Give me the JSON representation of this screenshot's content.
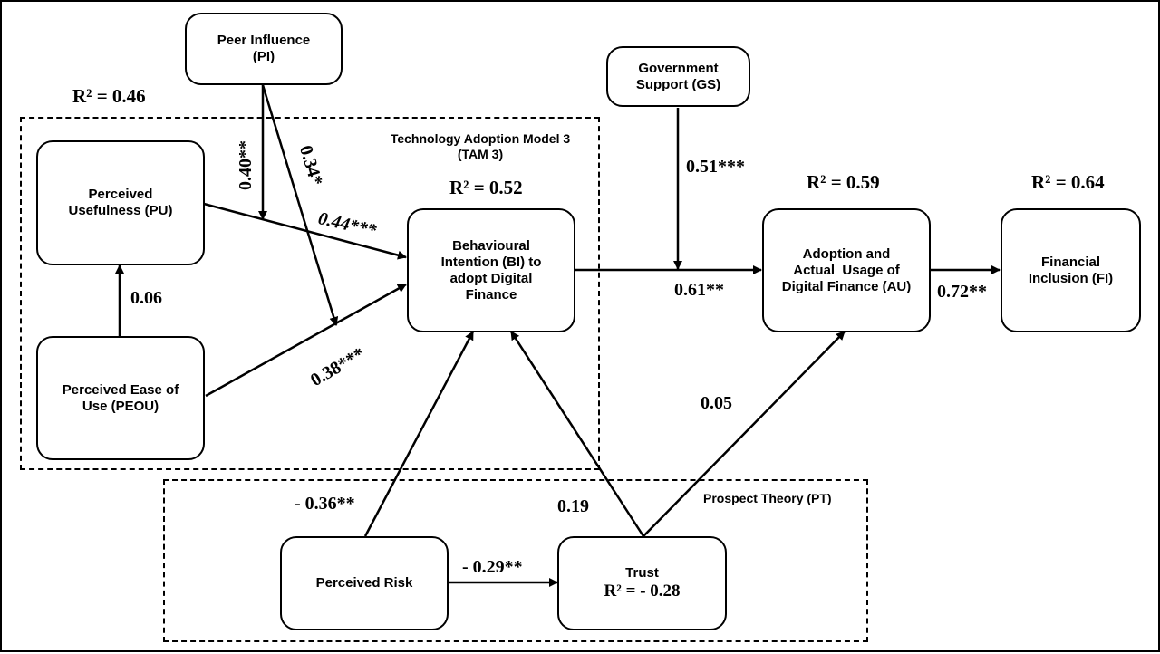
{
  "theories": {
    "tam3": {
      "line1": "Technology Adoption Model 3",
      "line2": "(TAM 3)"
    },
    "pt": {
      "label": "Prospect Theory (PT)"
    }
  },
  "nodes": {
    "pi": {
      "line1": "Peer Influence",
      "line2": "(PI)"
    },
    "gs": {
      "line1": "Government",
      "line2": "Support (GS)"
    },
    "pu": {
      "line1": "Perceived",
      "line2": "Usefulness (PU)"
    },
    "peou": {
      "line1": "Perceived Ease of",
      "line2": "Use (PEOU)"
    },
    "bi": {
      "line1": "Behavioural",
      "line2": "Intention (BI) to",
      "line3": "adopt Digital",
      "line4": "Finance"
    },
    "au": {
      "line1": "Adoption and",
      "line2": "Actual  Usage of",
      "line3": "Digital Finance (AU)"
    },
    "fi": {
      "line1": "Financial",
      "line2": "Inclusion (FI)"
    },
    "pr": {
      "line1": "Perceived Risk"
    },
    "trust": {
      "line1": "Trust",
      "r2": "R² = - 0.28"
    }
  },
  "r_squared": {
    "pu": "R² = 0.46",
    "bi": "R² = 0.52",
    "au": "R² = 0.59",
    "fi": "R² = 0.64"
  },
  "coefficients": {
    "pi_pu_bi": "0.40**",
    "pi_peou_bi": "0.34*",
    "pu_bi": "0.44***",
    "peou_pu": "0.06",
    "peou_bi": "0.38***",
    "gs": "0.51***",
    "bi_au": "0.61**",
    "au_fi": "0.72**",
    "pr_bi": "- 0.36**",
    "trust_bi": "0.19",
    "pr_trust": "- 0.29**",
    "trust_au": "0.05"
  }
}
